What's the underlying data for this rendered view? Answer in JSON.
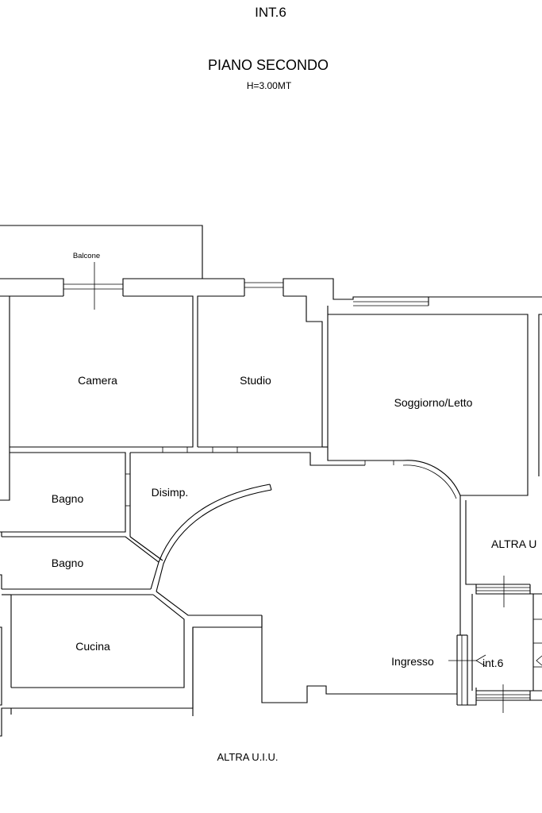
{
  "header": {
    "unit_code": "INT.6",
    "floor_name": "PIANO SECONDO",
    "height_note": "H=3.00MT"
  },
  "rooms": {
    "balcone": "Balcone",
    "camera": "Camera",
    "studio": "Studio",
    "soggiorno": "Soggiorno/Letto",
    "bagno_1": "Bagno",
    "disimp": "Disimp.",
    "bagno_2": "Bagno",
    "cucina": "Cucina",
    "ingresso": "Ingresso"
  },
  "labels": {
    "neighbor_right": "ALTRA U",
    "entrance_marker": "int.6",
    "neighbor_bottom": "ALTRA U.I.U."
  }
}
